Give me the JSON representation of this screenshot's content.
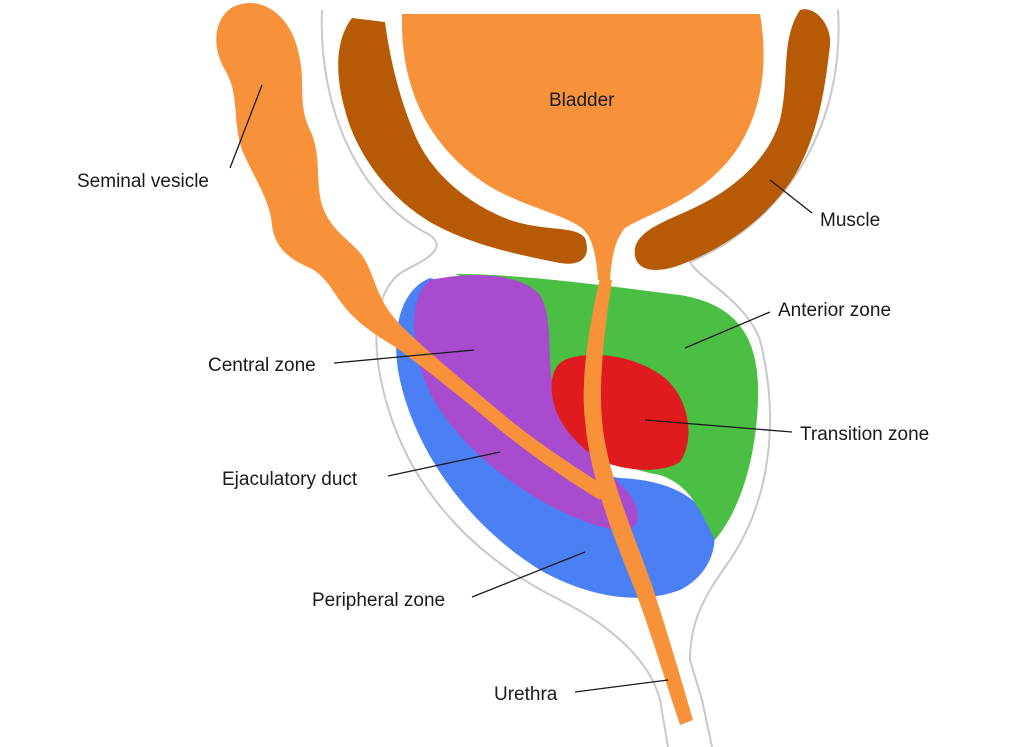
{
  "labels": {
    "bladder": "Bladder",
    "seminal_vesicle": "Seminal vesicle",
    "muscle": "Muscle",
    "anterior_zone": "Anterior zone",
    "central_zone": "Central zone",
    "transition_zone": "Transition zone",
    "ejaculatory_duct": "Ejaculatory duct",
    "peripheral_zone": "Peripheral zone",
    "urethra": "Urethra"
  },
  "colors": {
    "bladder_orange": "#f7923a",
    "muscle_brown": "#b65a05",
    "anterior_green": "#4bbe44",
    "central_purple": "#a84bcf",
    "transition_red": "#e01b1e",
    "peripheral_blue": "#4b80f5",
    "outline_gray": "#c8c8c8"
  }
}
